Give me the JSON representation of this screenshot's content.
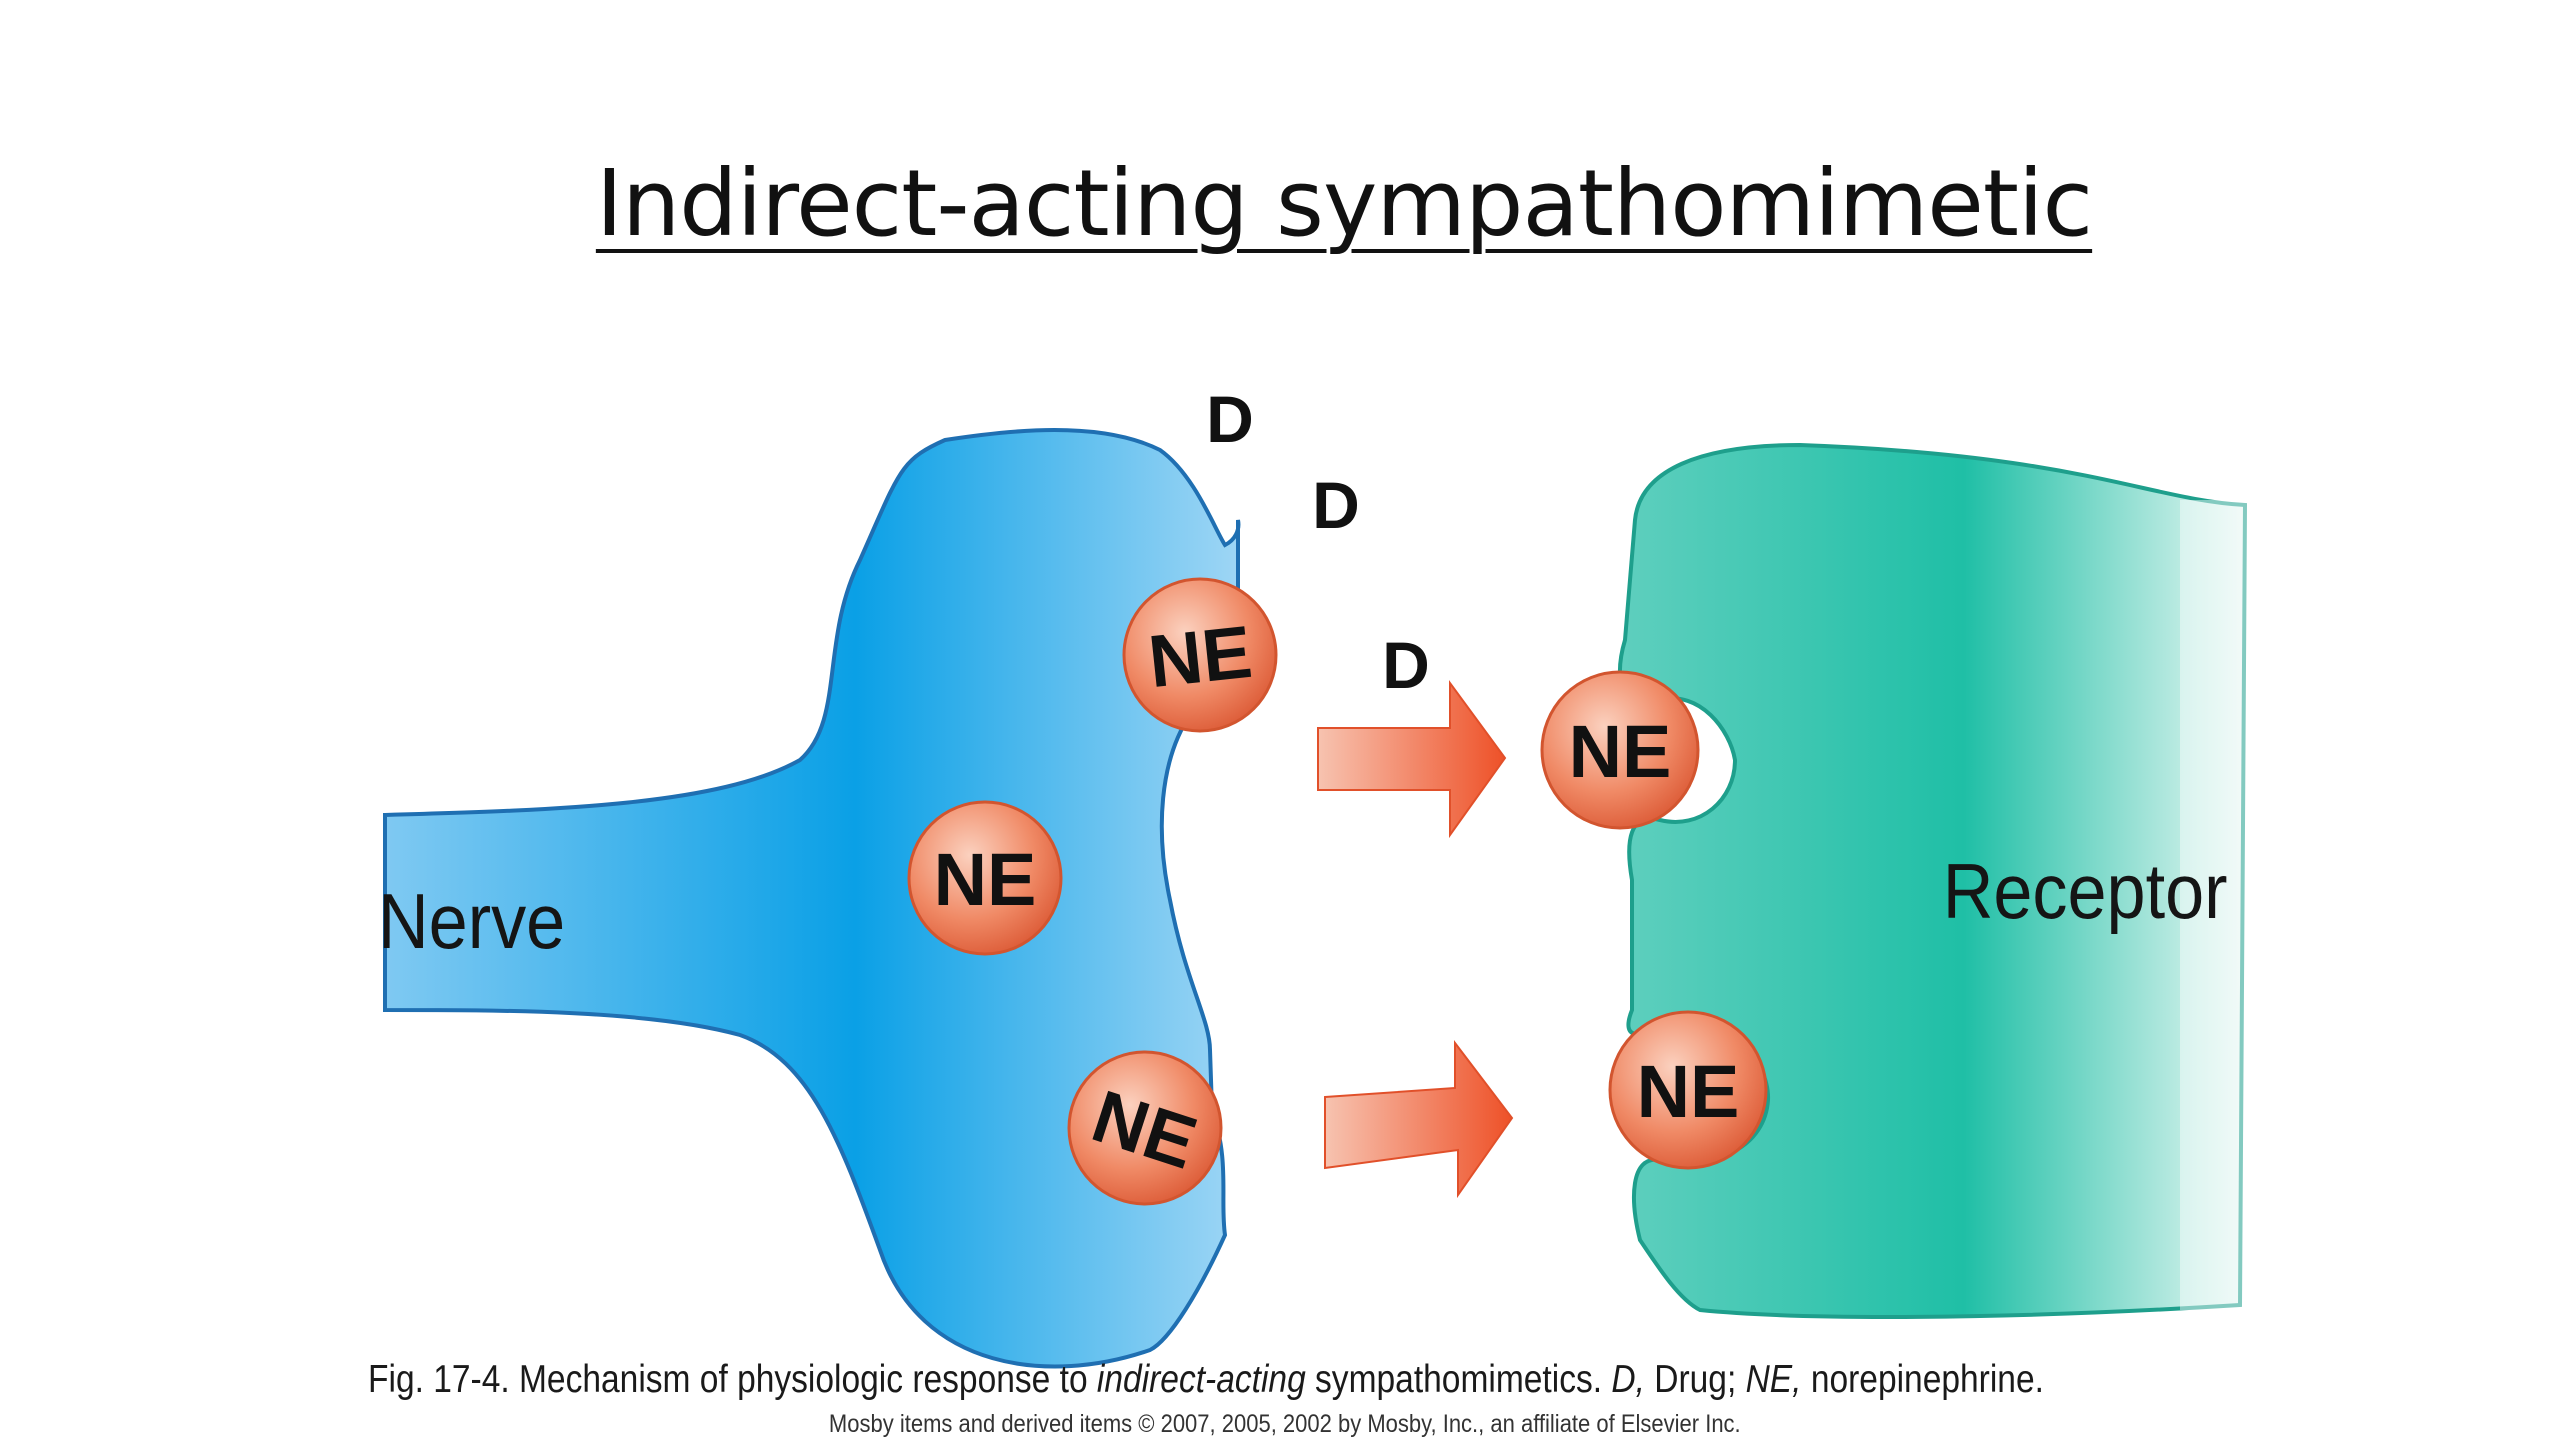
{
  "slide": {
    "title": "Indirect-acting sympathomimetic"
  },
  "diagram": {
    "nerve_label": "Nerve",
    "receptor_label": "Receptor",
    "molecule_label": "NE",
    "drug_label": "D",
    "colors": {
      "nerve": "#29a6e6",
      "nerve_outline": "#1f6fb2",
      "receptor": "#26bfa8",
      "molecule": "#e9704b",
      "arrow": "#ef5a35"
    }
  },
  "caption": {
    "prefix": "Fig. 17-4. Mechanism of physiologic response to ",
    "em1": "indirect-acting",
    "mid1": " sympathomimetics. ",
    "em2": "D,",
    "mid2": " Drug; ",
    "em3": "NE,",
    "suffix": " norepinephrine.",
    "credit": "Mosby items and derived items © 2007, 2005, 2002 by Mosby, Inc., an affiliate of Elsevier Inc."
  }
}
